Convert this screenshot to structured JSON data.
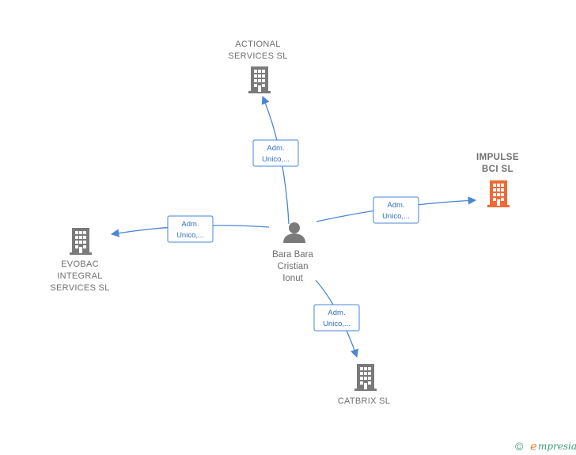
{
  "center_person": {
    "name_lines": [
      "Bara Bara",
      "Cristian",
      "Ionut"
    ],
    "icon": "person-icon"
  },
  "companies": [
    {
      "id": "actional",
      "lines": [
        "ACTIONAL",
        "SERVICES  SL"
      ],
      "icon": "building-icon",
      "color": "#7a7a7a",
      "focus": false
    },
    {
      "id": "impulse",
      "lines": [
        "IMPULSE",
        "BCI  SL"
      ],
      "icon": "building-icon",
      "color": "#ef6a35",
      "focus": true
    },
    {
      "id": "evobac",
      "lines": [
        "EVOBAC",
        "INTEGRAL",
        "SERVICES  SL"
      ],
      "icon": "building-icon",
      "color": "#7a7a7a",
      "focus": false
    },
    {
      "id": "catbrix",
      "lines": [
        "CATBRIX  SL"
      ],
      "icon": "building-icon",
      "color": "#7a7a7a",
      "focus": false
    }
  ],
  "relations": [
    {
      "target": "actional",
      "lines": [
        "Adm.",
        "Unico,..."
      ]
    },
    {
      "target": "impulse",
      "lines": [
        "Adm.",
        "Unico,..."
      ]
    },
    {
      "target": "evobac",
      "lines": [
        "Adm.",
        "Unico,..."
      ]
    },
    {
      "target": "catbrix",
      "lines": [
        "Adm.",
        "Unico,..."
      ]
    }
  ],
  "colors": {
    "edge": "#4a86d4",
    "label": "#6f6f6f",
    "building_default": "#7a7a7a",
    "building_focus": "#ef6a35",
    "person": "#7a7a7a",
    "brand": "#3d9b7a",
    "brand_accent": "#e8833a"
  },
  "footer": {
    "copyright_symbol": "©",
    "brand_initial": "e",
    "brand_rest": "mpresia"
  }
}
